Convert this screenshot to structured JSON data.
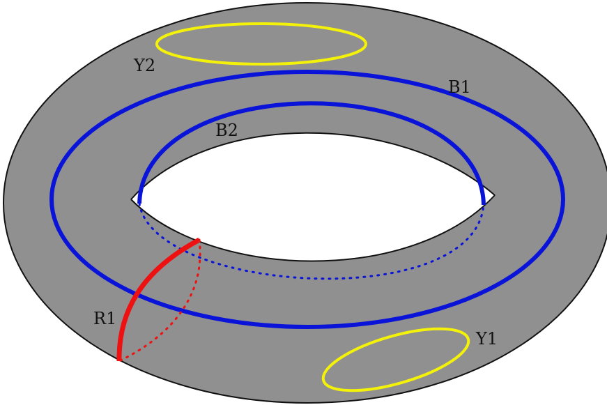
{
  "colors": {
    "background": "#ffffff",
    "surface": "#909090",
    "outline": "#111111",
    "blue": "#0a14d8",
    "red": "#ee1111",
    "yellow": "#f5f20a"
  },
  "labels": {
    "b1": "B1",
    "b2": "B2",
    "r1": "R1",
    "y1": "Y1",
    "y2": "Y2"
  }
}
